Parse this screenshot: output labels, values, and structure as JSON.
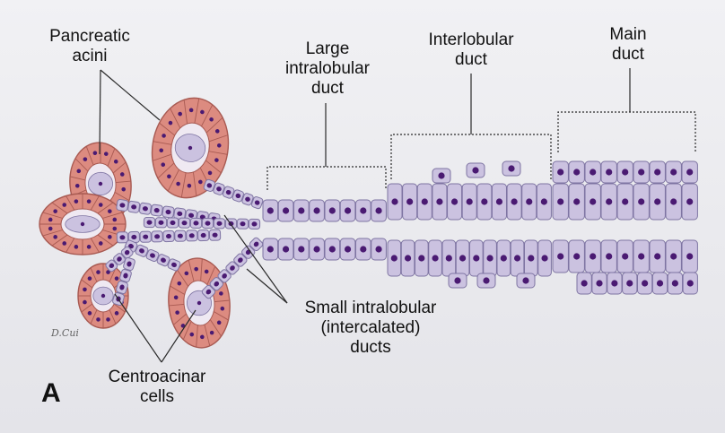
{
  "labels": {
    "pancreatic_acini": "Pancreatic\nacini",
    "large_intralobular_duct": "Large\nintralobular\nduct",
    "interlobular_duct": "Interlobular\nduct",
    "main_duct": "Main\nduct",
    "small_intralobular_ducts": "Small intralobular\n(intercalated)\nducts",
    "centroacinar_cells": "Centroacinar\ncells",
    "panel_letter": "A",
    "artist_signature": "D.Cui"
  },
  "colors": {
    "acinar_cell": "#dc8b80",
    "acinar_border": "#a85a52",
    "duct_cell": "#cbc2e0",
    "duct_border": "#7e74a2",
    "nucleus": "#4a1a72",
    "leader_line": "#2a2a2a"
  }
}
